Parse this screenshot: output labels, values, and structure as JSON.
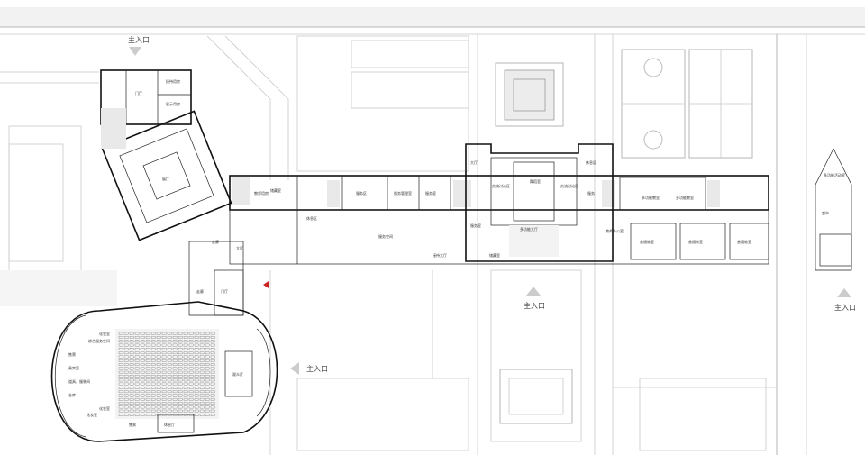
{
  "entrances": {
    "top_left": "主入口",
    "center": "主入口",
    "right": "主入口",
    "bottom": "主入口"
  },
  "rooms": {
    "lobby_north": "门厅",
    "room_a": "接待用房",
    "room_b": "展示用房",
    "exhibition_hall": "展厅",
    "room_c": "走廊",
    "room_d": "大厅",
    "room_e": "教师用房",
    "room_f": "休息区",
    "room_g": "服务区",
    "room_h": "服务管理室",
    "room_i": "服务室",
    "room_j": "服务空间",
    "room_k": "服务室",
    "room_l": "接待大厅",
    "room_m": "储藏室",
    "room_n": "大厅",
    "room_o": "多功能大厅",
    "room_p": "交流讨论区",
    "room_q": "交流讨论区",
    "room_r": "舞蹈室",
    "room_s": "休息区",
    "room_t": "服务",
    "room_u": "多功能教室",
    "room_v": "多功能教室",
    "room_w": "普通教室",
    "room_x": "普通教室",
    "room_y": "普通教室",
    "room_z": "教师办公室",
    "room_aa": "门厅",
    "room_ab": "走廊",
    "room_ac": "综合服务空间",
    "room_ad": "售票",
    "room_ae": "贵宾室",
    "room_af": "化妆室",
    "room_ag": "化妆室",
    "room_ah": "道具、服装间",
    "room_ai": "仓库",
    "room_aj": "化妆室",
    "room_ak": "休息厅",
    "room_al": "售票",
    "room_am": "观众厅",
    "room_an": "超市",
    "room_ao": "多功能活动室",
    "room_ap": "储藏室"
  },
  "colors": {
    "wall": "#111111",
    "site_line": "#c9c9c9",
    "entrance_arrow": "#cccccc",
    "marker": "#cc2222"
  },
  "icons": [
    "entrance-arrow-icon",
    "north-marker-icon"
  ]
}
